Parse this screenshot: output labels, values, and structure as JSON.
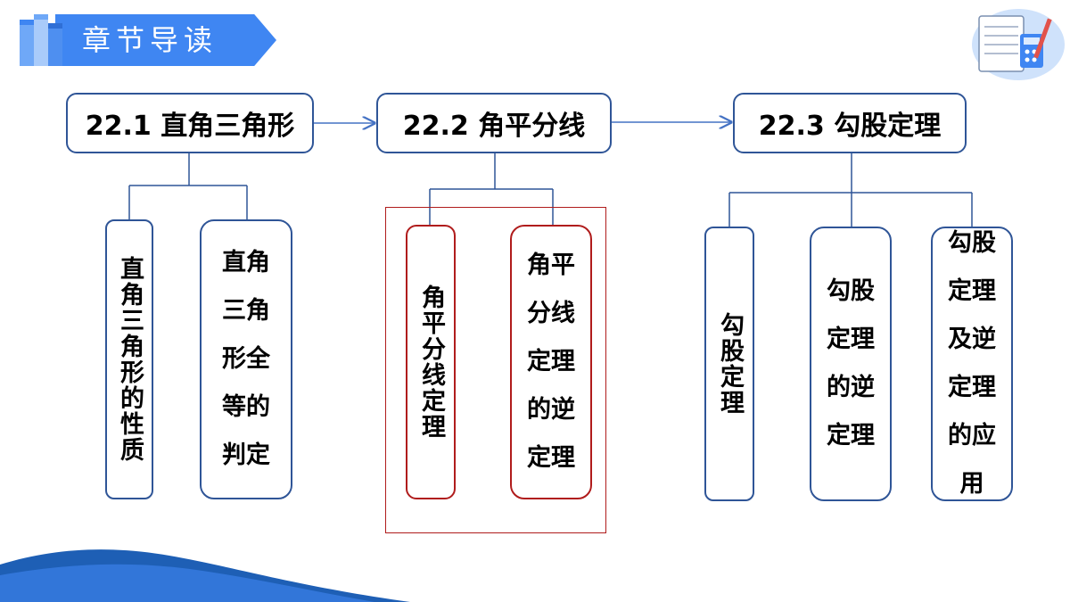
{
  "header": {
    "title": "章节导读"
  },
  "colors": {
    "accent": "#3F86F2",
    "node_border": "#2F5597",
    "highlight": "#B01C1C",
    "wave": "#1E5FB5"
  },
  "icons": {
    "books": "books-icon",
    "corner": "notebook-calculator-icon",
    "arrow": "arrow-right-icon"
  },
  "sections": [
    {
      "title": "22.1 直角三角形",
      "topics": [
        "直角三角形的性质",
        "直角三角形全等的判定"
      ]
    },
    {
      "title": "22.2 角平分线",
      "topics": [
        "角平分线定理",
        "角平分线定理的逆定理"
      ]
    },
    {
      "title": "22.3 勾股定理",
      "topics": [
        "勾股定理",
        "勾股定理的逆定理",
        "勾股定理及逆定理的应用"
      ]
    }
  ]
}
